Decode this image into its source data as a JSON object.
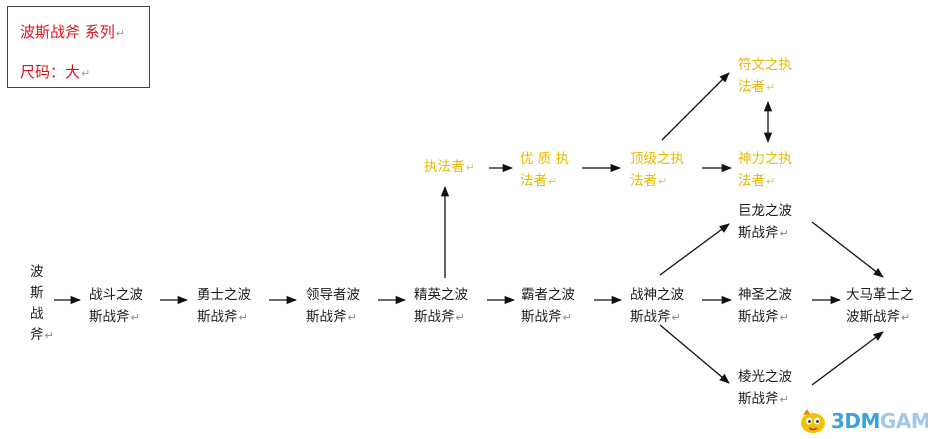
{
  "info": {
    "line1": "波斯战斧 系列",
    "line2": "尺码：大"
  },
  "pilcrow": "↵",
  "nodes": {
    "n0": [
      "波",
      "斯",
      "战",
      "斧"
    ],
    "n1": [
      "战斗之波",
      "斯战斧"
    ],
    "n2": [
      "勇士之波",
      "斯战斧"
    ],
    "n3": [
      "领导者波",
      "斯战斧"
    ],
    "n4": [
      "精英之波",
      "斯战斧"
    ],
    "n5": [
      "霸者之波",
      "斯战斧"
    ],
    "n6": [
      "战神之波",
      "斯战斧"
    ],
    "n7": [
      "巨龙之波",
      "斯战斧"
    ],
    "n8": [
      "神圣之波",
      "斯战斧"
    ],
    "n9": [
      "棱光之波",
      "斯战斧"
    ],
    "n10": [
      "大马革士之",
      "波斯战斧"
    ],
    "e1": [
      "执法者"
    ],
    "e2": [
      "优 质 执",
      "法者"
    ],
    "e3": [
      "顶级之执",
      "法者"
    ],
    "e4": [
      "符文之执",
      "法者"
    ],
    "e5": [
      "神力之执",
      "法者"
    ]
  },
  "colors": {
    "title_red": "#e0101a",
    "enforcer_gold": "#e6b800",
    "arrow": "#111111"
  },
  "watermark": {
    "part1": "3DM",
    "part2": "GAME"
  }
}
